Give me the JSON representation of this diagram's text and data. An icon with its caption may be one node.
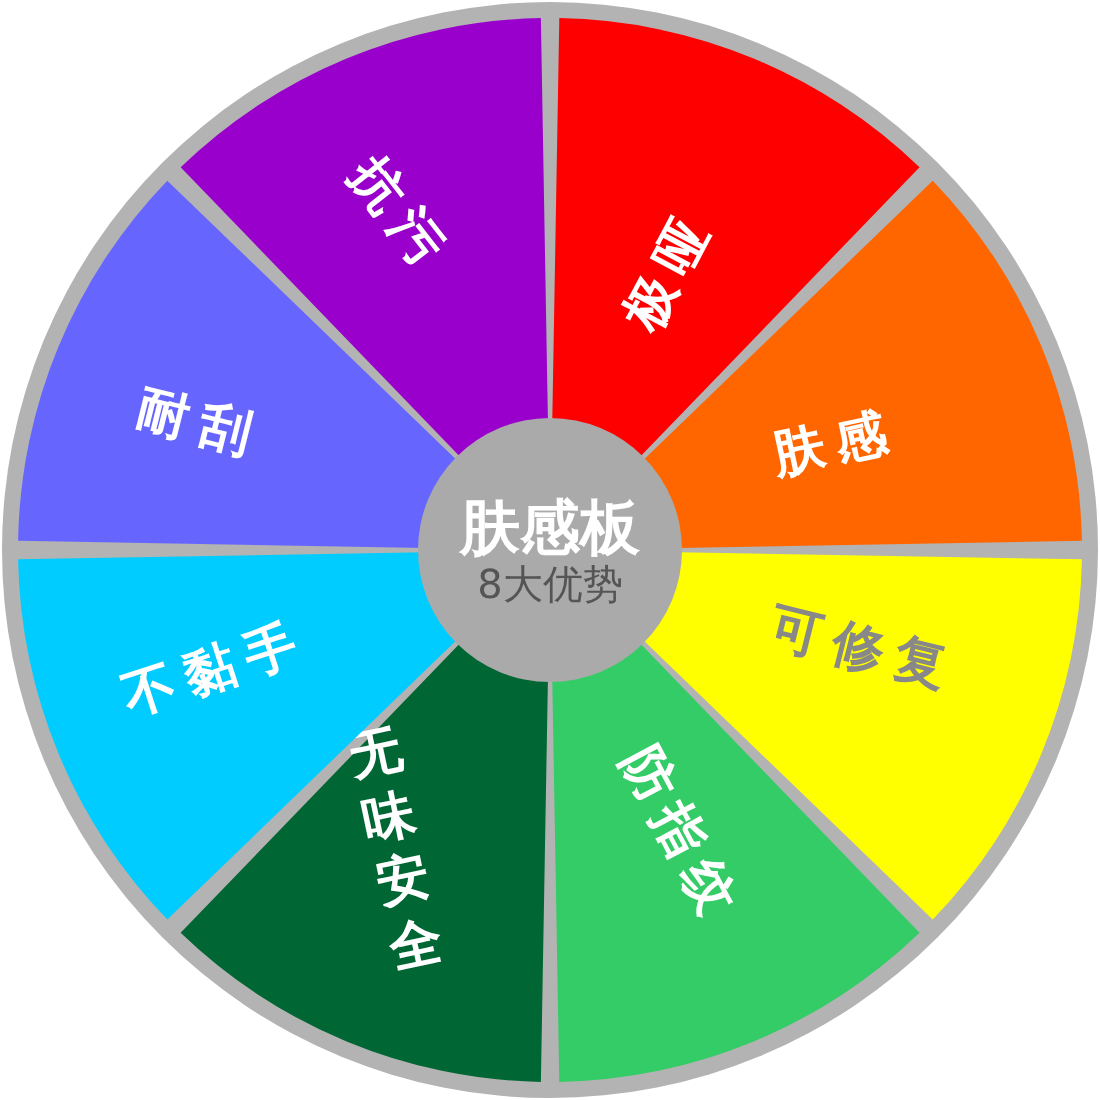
{
  "diagram": {
    "nodes": [
      {
        "text": [
          "肤感板",
          "8大优势"
        ]
      },
      {
        "text": [
          "极哑"
        ]
      },
      {
        "text": [
          "肤感"
        ]
      },
      {
        "text": [
          "可修复"
        ]
      },
      {
        "text": [
          "防指纹"
        ]
      },
      {
        "text": [
          "无味安全"
        ]
      },
      {
        "text": [
          "不黏手"
        ]
      },
      {
        "text": [
          "耐刮"
        ]
      },
      {
        "text": [
          "抗污"
        ]
      }
    ]
  }
}
